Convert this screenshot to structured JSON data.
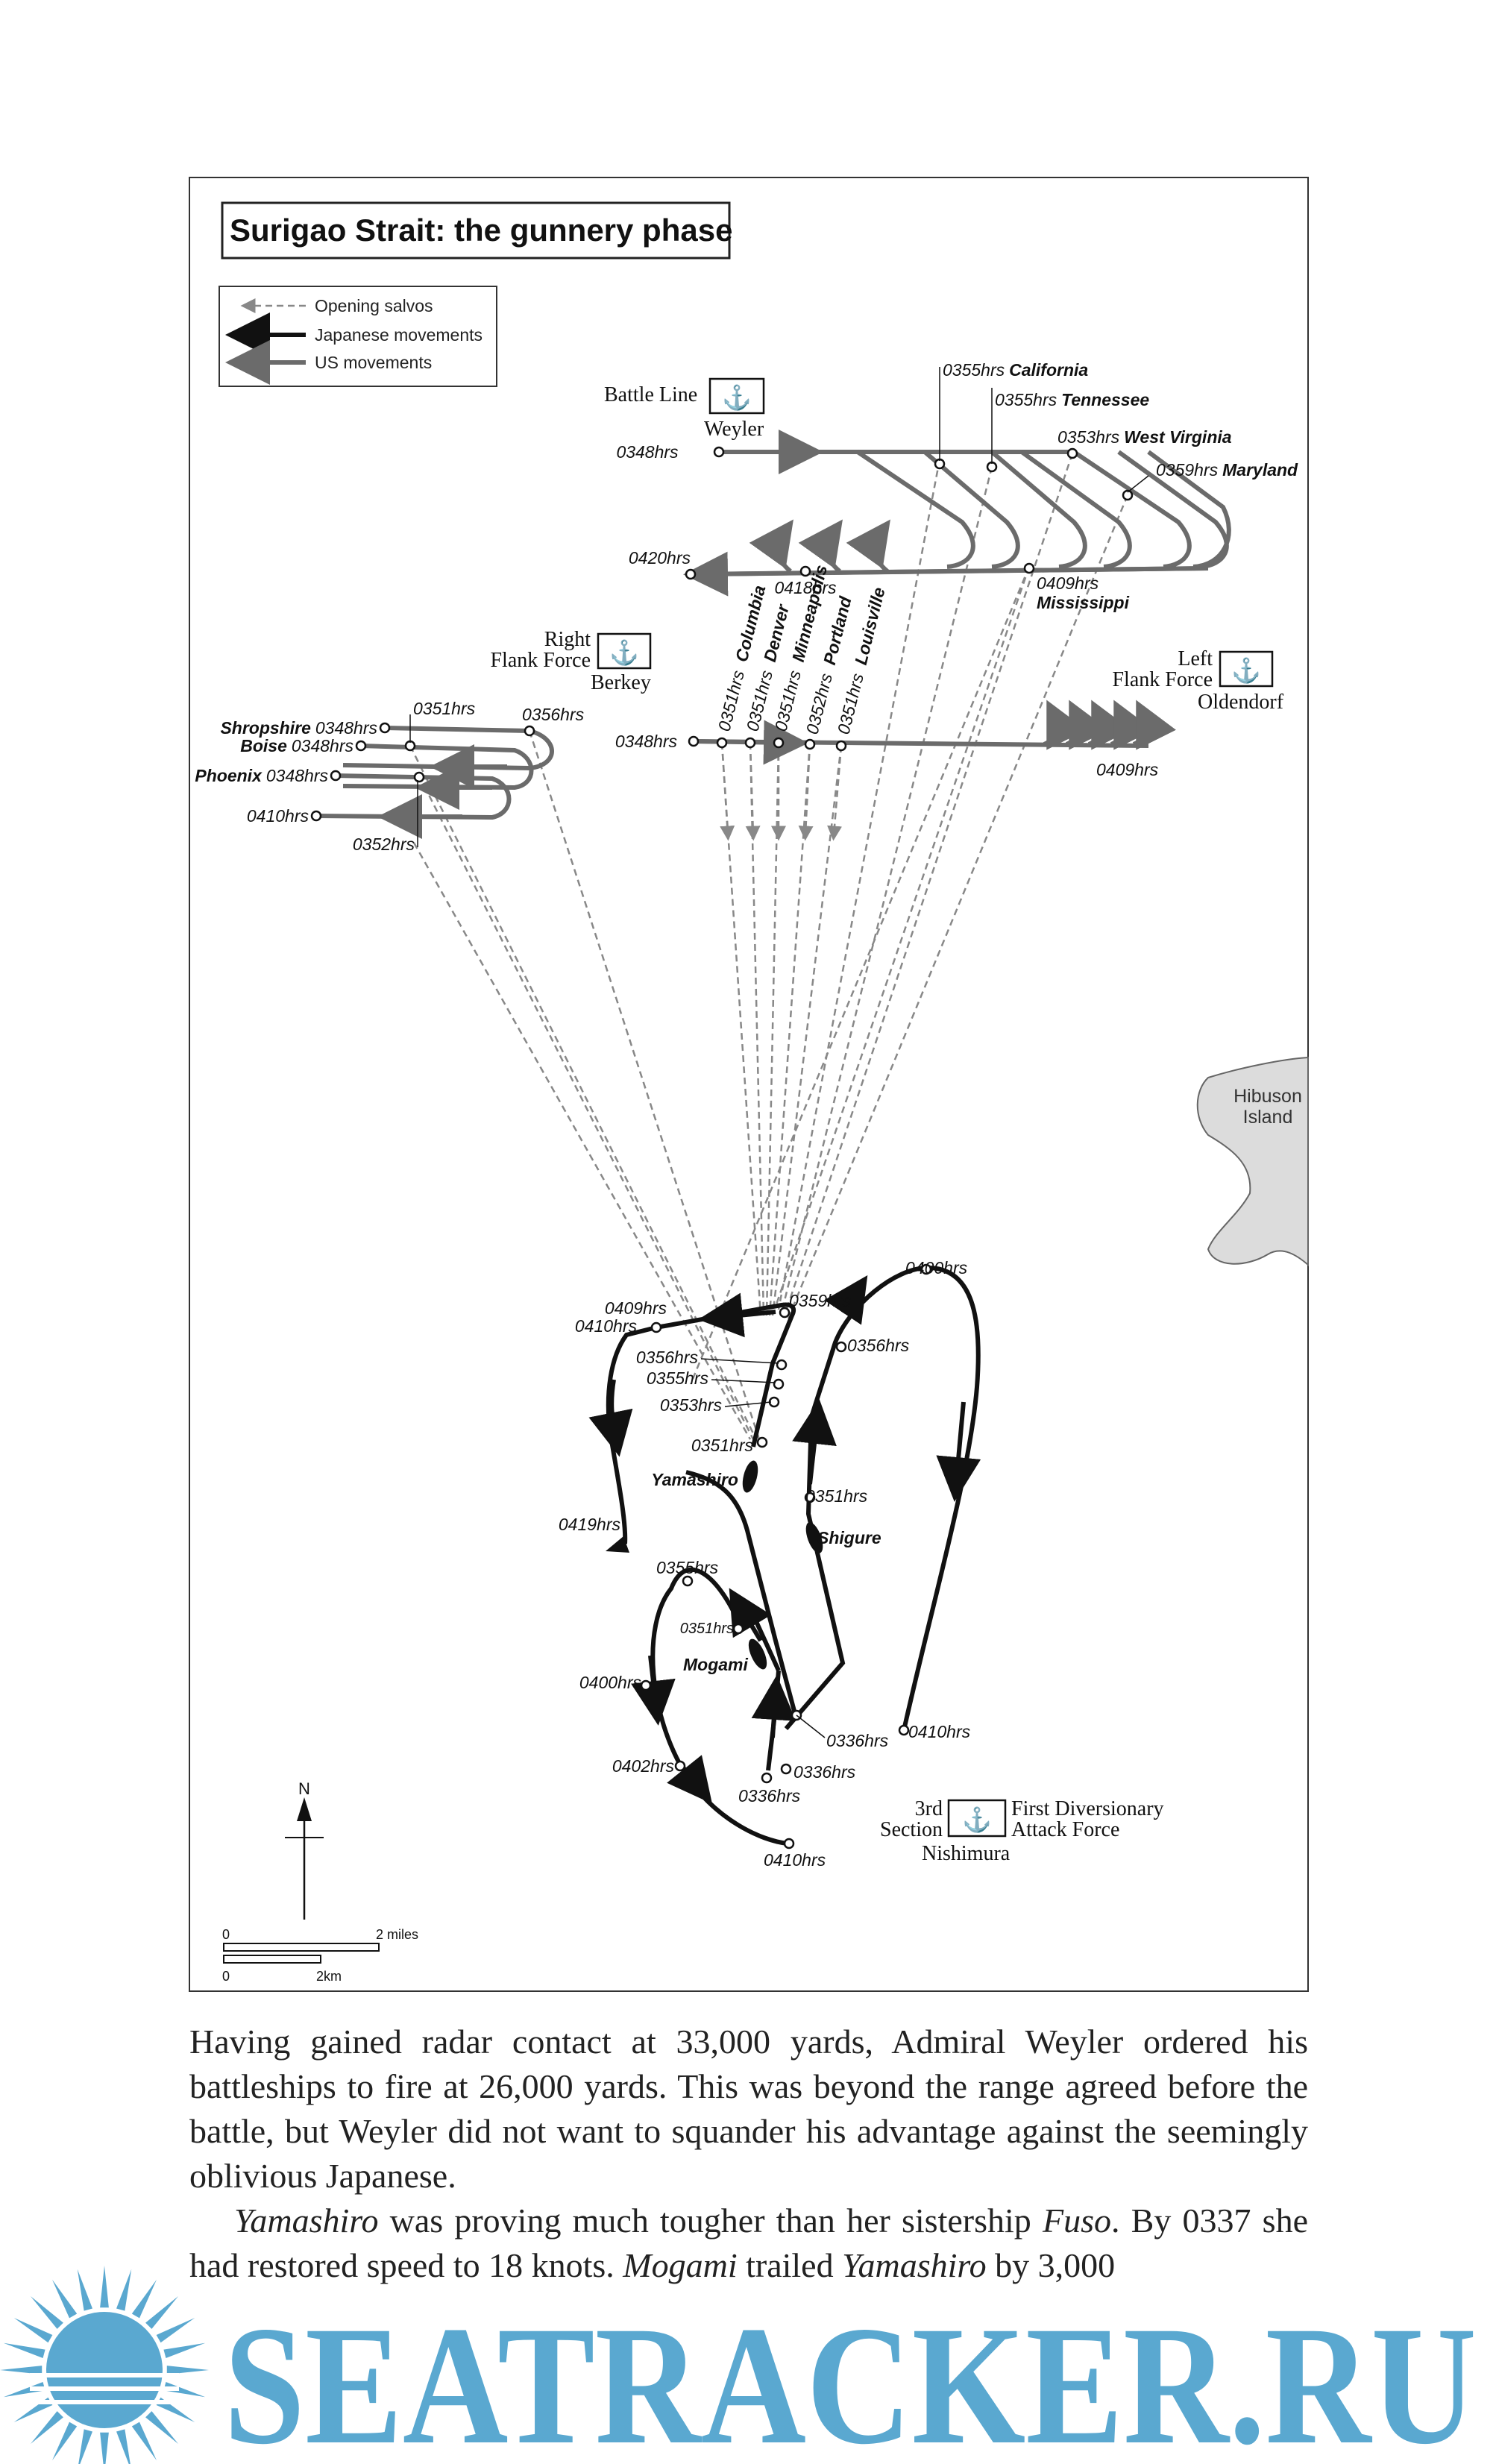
{
  "map": {
    "title": "Surigao Strait: the gunnery phase",
    "legend": [
      {
        "label": "Opening salvos",
        "style": "dashed"
      },
      {
        "label": "Japanese movements",
        "style": "black"
      },
      {
        "label": "US movements",
        "style": "grey"
      }
    ],
    "forces": {
      "battle_line": {
        "name": "Battle Line",
        "commander": "Weyler"
      },
      "right_flank": {
        "name_line1": "Right",
        "name_line2": "Flank Force",
        "commander": "Berkey"
      },
      "left_flank": {
        "name_line1": "Left",
        "name_line2": "Flank Force",
        "commander": "Oldendorf"
      },
      "japanese": {
        "section_line1": "3rd",
        "section_line2": "Section",
        "name_line1": "First Diversionary",
        "name_line2": "Attack Force",
        "commander": "Nishimura"
      }
    },
    "us_ships": {
      "california": {
        "time": "0355hrs",
        "name": "California"
      },
      "tennessee": {
        "time": "0355hrs",
        "name": "Tennessee"
      },
      "west_virginia": {
        "time": "0353hrs",
        "name": "West Virginia"
      },
      "maryland": {
        "time": "0359hrs",
        "name": "Maryland"
      },
      "mississippi": {
        "time": "0409hrs",
        "name": "Mississippi"
      },
      "columbia": {
        "time": "0351hrs",
        "name": "Columbia"
      },
      "denver": {
        "time": "0351hrs",
        "name": "Denver"
      },
      "minneapolis": {
        "time": "0351hrs",
        "name": "Minneapolis"
      },
      "portland": {
        "time": "0352hrs",
        "name": "Portland"
      },
      "louisville": {
        "time": "0351hrs",
        "name": "Louisville"
      },
      "shropshire": {
        "time": "0348hrs",
        "name": "Shropshire"
      },
      "boise": {
        "time": "0348hrs",
        "name": "Boise"
      },
      "phoenix": {
        "time": "0348hrs",
        "name": "Phoenix"
      }
    },
    "us_times": {
      "bl_start": "0348hrs",
      "bl_0420": "0420hrs",
      "bl_0418": "0418hrs",
      "lf_start": "0348hrs",
      "lf_end": "0409hrs",
      "rf_0351": "0351hrs",
      "rf_0356": "0356hrs",
      "rf_0410": "0410hrs",
      "rf_0352": "0352hrs"
    },
    "japanese_ships": {
      "yamashiro": "Yamashiro",
      "shigure": "Shigure",
      "mogami": "Mogami"
    },
    "japanese_times": {
      "y_0409": "0409hrs",
      "y_0410": "0410hrs",
      "y_0359": "0359hrs",
      "y_0356": "0356hrs",
      "y_0355": "0355hrs",
      "y_0353": "0353hrs",
      "y_0351": "0351hrs",
      "y_0419": "0419hrs",
      "s_0400": "0400hrs",
      "s_0356": "0356hrs",
      "s_0351": "0351hrs",
      "s_0336a": "0336hrs",
      "s_0336b": "0336hrs",
      "s_0410": "0410hrs",
      "m_0355": "0355hrs",
      "m_0351": "0351hrs",
      "m_0400": "0400hrs",
      "m_0402": "0402hrs",
      "m_0336": "0336hrs",
      "m_0410": "0410hrs"
    },
    "island": {
      "line1": "Hibuson",
      "line2": "Island"
    },
    "north": "N",
    "scale": {
      "miles_zero": "0",
      "miles_label": "2 miles",
      "km_zero": "0",
      "km_label": "2km"
    },
    "colors": {
      "us": "#6b6b6b",
      "japanese": "#111111",
      "salvo": "#888888",
      "island": "#dcdcdc"
    }
  },
  "text": {
    "paragraph1": "Having gained radar contact at 33,000 yards, Admiral Weyler ordered his battleships to fire at 26,000 yards. This was beyond the range agreed before the battle, but Weyler did not want to squander his advantage against the seemingly oblivious Japanese.",
    "paragraph2_parts": [
      {
        "text": "Yamashiro",
        "italic": true
      },
      {
        "text": " was proving much tougher than her sistership ",
        "italic": false
      },
      {
        "text": "Fuso",
        "italic": true
      },
      {
        "text": ". By 0337 she had restored speed to 18 knots. ",
        "italic": false
      },
      {
        "text": "Mogami",
        "italic": true
      },
      {
        "text": " trailed ",
        "italic": false
      },
      {
        "text": "Yamashiro",
        "italic": true
      },
      {
        "text": " by 3,000",
        "italic": false
      }
    ]
  },
  "watermark": {
    "text": "SEATRACKER.RU",
    "color": "#5aa8d0"
  }
}
